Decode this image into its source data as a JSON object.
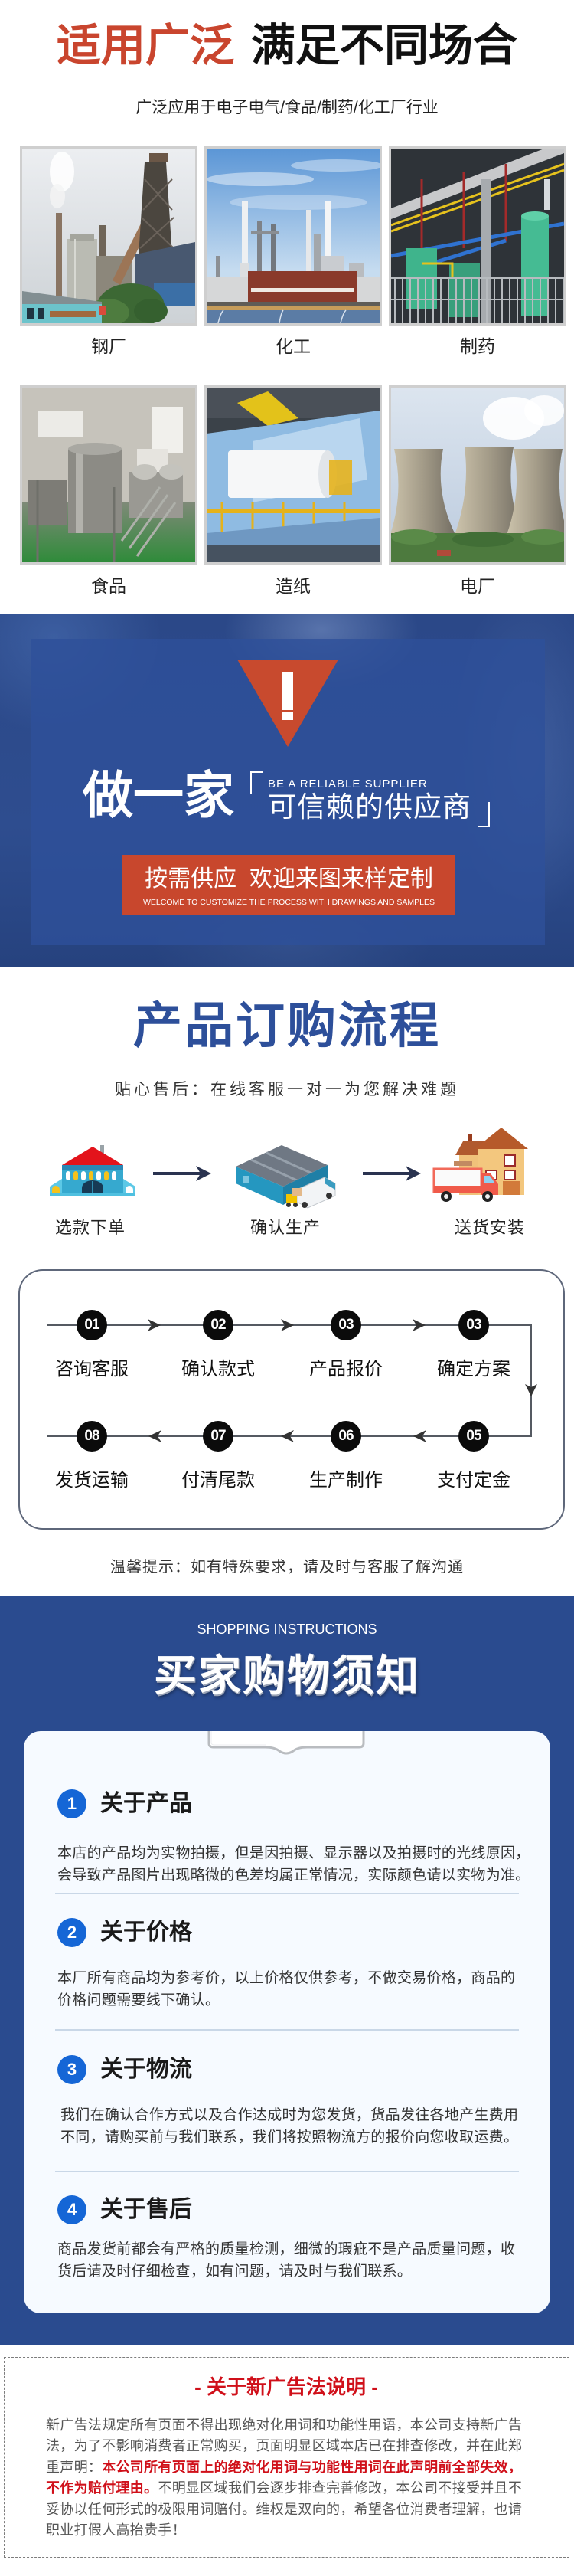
{
  "theme": {
    "accent-red": "#c9452e",
    "brand-blue": "#2d4f9a",
    "section-blue": "#2a4b8f",
    "badge-blue": "#1566d6",
    "notice-red": "#d0101a",
    "cta-red": "#c8472d"
  },
  "applications": {
    "title_highlight": "适用广泛",
    "title_rest": "满足不同场合",
    "subtitle": "广泛应用于电子电气/食品/制药/化工厂行业",
    "industries": [
      {
        "label": "钢厂",
        "photo": "steel-plant"
      },
      {
        "label": "化工",
        "photo": "chemical-plant"
      },
      {
        "label": "制药",
        "photo": "pharmaceutical-plant"
      },
      {
        "label": "食品",
        "photo": "food-factory"
      },
      {
        "label": "造纸",
        "photo": "paper-mill"
      },
      {
        "label": "电厂",
        "photo": "power-plant"
      }
    ]
  },
  "banner": {
    "icon": "warning-triangle-icon",
    "lead": "做一家",
    "tagline_en": "BE A RELIABLE SUPPLIER",
    "tagline_cn": "可信赖的供应商",
    "cta_cn": "按需供应  欢迎来图来样定制",
    "cta_en": "WELCOME TO CUSTOMIZE THE PROCESS WITH DRAWINGS AND SAMPLES"
  },
  "process": {
    "title": "产品订购流程",
    "subtitle": "贴心售后：在线客服一对一为您解决难题",
    "stages": [
      {
        "label": "选款下单",
        "icon": "store-icon"
      },
      {
        "label": "确认生产",
        "icon": "warehouse-truck-icon"
      },
      {
        "label": "送货安装",
        "icon": "house-delivery-icon"
      }
    ],
    "steps": [
      {
        "num": "01",
        "label": "咨询客服"
      },
      {
        "num": "02",
        "label": "确认款式"
      },
      {
        "num": "03",
        "label": "产品报价"
      },
      {
        "num": "03",
        "label": "确定方案"
      },
      {
        "num": "05",
        "label": "支付定金"
      },
      {
        "num": "06",
        "label": "生产制作"
      },
      {
        "num": "07",
        "label": "付清尾款"
      },
      {
        "num": "08",
        "label": "发货运输"
      }
    ],
    "tip": "温馨提示：如有特殊要求，请及时与客服了解沟通"
  },
  "instructions": {
    "eyebrow": "SHOPPING INSTRUCTIONS",
    "title": "买家购物须知",
    "items": [
      {
        "num": "1",
        "heading": "关于产品",
        "lines": [
          "本店的产品均为实物拍摄，但是因拍摄、显示器以及拍摄时的光线原因，",
          "会导致产品图片出现略微的色差均属正常情况，实际颜色请以实物为准。"
        ]
      },
      {
        "num": "2",
        "heading": "关于价格",
        "lines": [
          "本厂所有商品均为参考价，以上价格仅供参考，不做交易价格，商品的",
          "价格问题需要线下确认。"
        ]
      },
      {
        "num": "3",
        "heading": "关于物流",
        "lines": [
          "我们在确认合作方式以及合作达成时为您发货，货品发往各地产生费用",
          "不同，请购买前与我们联系，我们将按照物流方的报价向您收取运费。"
        ]
      },
      {
        "num": "4",
        "heading": "关于售后",
        "lines": [
          "商品发货前都会有严格的质量检测，细微的瑕疵不是产品质量问题，收",
          "货后请及时仔细检查，如有问题，请及时与我们联系。"
        ]
      }
    ]
  },
  "notice": {
    "title": "- 关于新广告法说明 -",
    "lines": [
      [
        {
          "text": "新广告法规定所有页面不得出现绝对化用词和功能性用语，本公司支持新广告",
          "emphasis": false
        }
      ],
      [
        {
          "text": "法，为了不影响消费者正常购买，页面明显区域本店已在排查修改，并在此郑",
          "emphasis": false
        }
      ],
      [
        {
          "text": "重声明：",
          "emphasis": false
        },
        {
          "text": "本公司所有页面上的绝对化用词与功能性用词在此声明前全部失效，",
          "emphasis": true
        }
      ],
      [
        {
          "text": "不作为赔付理由。",
          "emphasis": true
        },
        {
          "text": "不明显区域我们会逐步排查完善修改，本公司不接受并且不",
          "emphasis": false
        }
      ],
      [
        {
          "text": "妥协以任何形式的极限用词赔付。维权是双向的，希望各位消费者理解，也请",
          "emphasis": false
        }
      ],
      [
        {
          "text": "职业打假人高抬贵手！",
          "emphasis": false
        }
      ]
    ]
  }
}
